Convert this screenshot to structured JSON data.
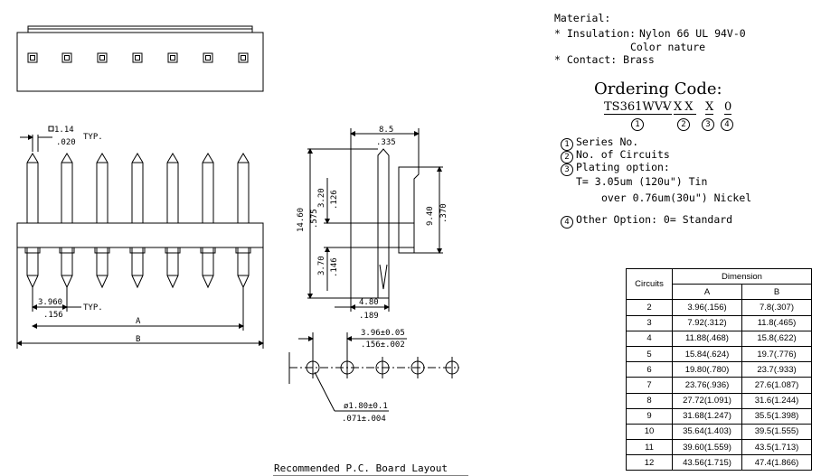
{
  "material": {
    "title": "Material:",
    "insulation_label": "* Insulation:",
    "insulation_value": "Nylon 66 UL 94V-0",
    "color_value": "Color nature",
    "contact": "* Contact: Brass"
  },
  "ordering": {
    "title": "Ordering Code:",
    "prefix": "TS361WVV",
    "dash": "-",
    "field1": "XX",
    "field2": "X",
    "field3": "0",
    "marker1": "1",
    "marker2": "2",
    "marker3": "3",
    "marker4": "4"
  },
  "legend": {
    "series": "Series No.",
    "circuits": "No. of Circuits",
    "plating": "Plating option:",
    "plating_t": "T= 3.05um (120u\") Tin",
    "plating_nickel": "over 0.76um(30u\") Nickel",
    "other": "Other Option: 0= Standard"
  },
  "dims": {
    "pin_sq_mm": "1.14",
    "pin_sq_in": ".020",
    "typ": "TYP.",
    "pitch_mm": "3.960",
    "pitch_in": ".156",
    "label_a": "A",
    "label_b": "B",
    "side_top_mm": "8.5",
    "side_top_in": ".335",
    "height_mm": "14.60",
    "height_in": ".575",
    "upper_mm": "3.20",
    "upper_in": ".126",
    "lower_mm": "3.70",
    "lower_in": ".146",
    "right_mm": "9.40",
    "right_in": ".370",
    "base_mm": "4.80",
    "base_in": ".189",
    "pcb_pitch_mm": "3.96±0.05",
    "pcb_pitch_in": ".156±.002",
    "hole_mm": "ø1.80±0.1",
    "hole_in": ".071±.004"
  },
  "pcb_caption": "Recommended P.C. Board Layout",
  "table": {
    "header_circuits": "Circuits",
    "header_dimension": "Dimension",
    "header_a": "A",
    "header_b": "B",
    "rows": [
      [
        "2",
        "3.96(.156)",
        "7.8(.307)"
      ],
      [
        "3",
        "7.92(.312)",
        "11.8(.465)"
      ],
      [
        "4",
        "11.88(.468)",
        "15.8(.622)"
      ],
      [
        "5",
        "15.84(.624)",
        "19.7(.776)"
      ],
      [
        "6",
        "19.80(.780)",
        "23.7(.933)"
      ],
      [
        "7",
        "23.76(.936)",
        "27.6(1.087)"
      ],
      [
        "8",
        "27.72(1.091)",
        "31.6(1.244)"
      ],
      [
        "9",
        "31.68(1.247)",
        "35.5(1.398)"
      ],
      [
        "10",
        "35.64(1.403)",
        "39.5(1.555)"
      ],
      [
        "11",
        "39.60(1.559)",
        "43.5(1.713)"
      ],
      [
        "12",
        "43.56(1.715)",
        "47.4(1.866)"
      ]
    ]
  }
}
